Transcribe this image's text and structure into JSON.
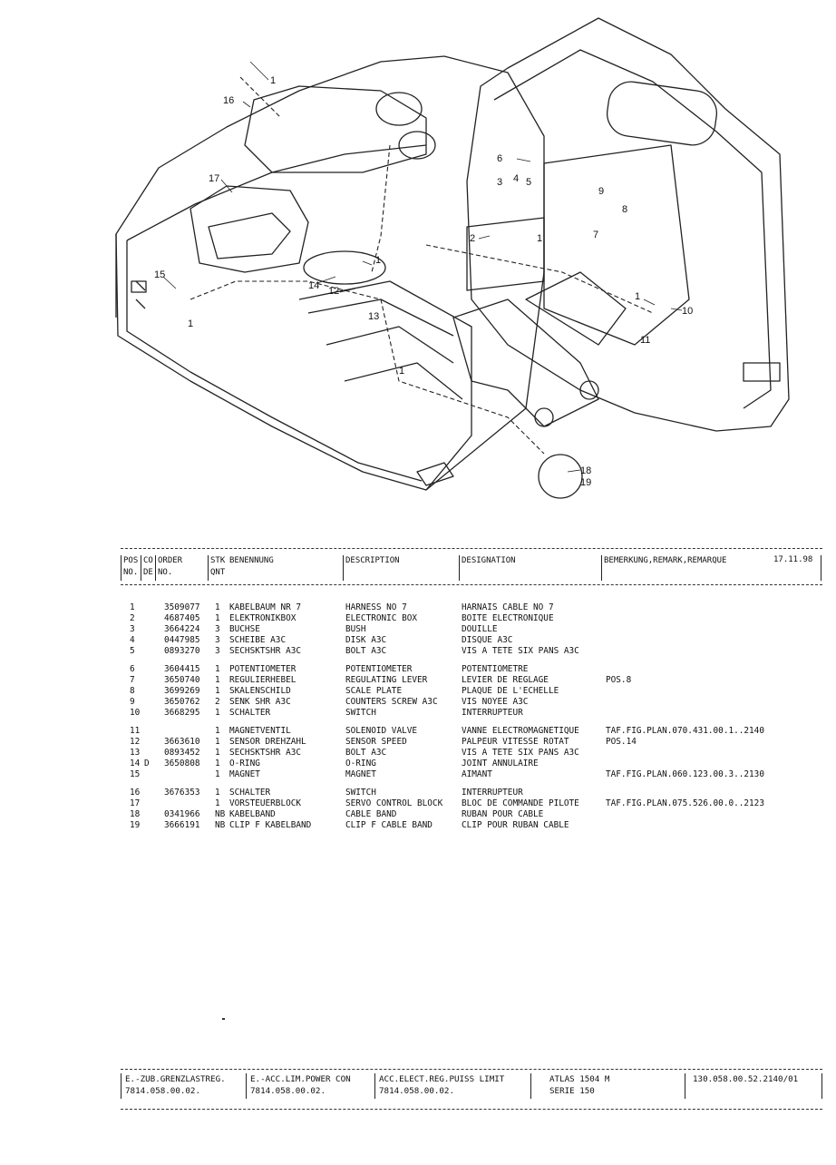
{
  "callouts": [
    {
      "id": "c1a",
      "text": "1"
    },
    {
      "id": "c16",
      "text": "16"
    },
    {
      "id": "c17",
      "text": "17"
    },
    {
      "id": "c15",
      "text": "15"
    },
    {
      "id": "c14",
      "text": "14"
    },
    {
      "id": "c12",
      "text": "12"
    },
    {
      "id": "c13",
      "text": "13"
    },
    {
      "id": "c1b",
      "text": "1"
    },
    {
      "id": "c1c",
      "text": "1"
    },
    {
      "id": "c1d",
      "text": "1"
    },
    {
      "id": "c6",
      "text": "6"
    },
    {
      "id": "c3",
      "text": "3"
    },
    {
      "id": "c4",
      "text": "4"
    },
    {
      "id": "c5",
      "text": "5"
    },
    {
      "id": "c2",
      "text": "2"
    },
    {
      "id": "c1e",
      "text": "1"
    },
    {
      "id": "c9",
      "text": "9"
    },
    {
      "id": "c8",
      "text": "8"
    },
    {
      "id": "c7",
      "text": "7"
    },
    {
      "id": "c1f",
      "text": "1"
    },
    {
      "id": "c10",
      "text": "10"
    },
    {
      "id": "c11",
      "text": "11"
    },
    {
      "id": "c18",
      "text": "18"
    },
    {
      "id": "c19",
      "text": "19"
    }
  ],
  "header": {
    "pos_top": "POS",
    "pos_bot": "NO.",
    "co_top": "CO",
    "co_bot": "DE",
    "order_top": "ORDER",
    "order_bot": "NO.",
    "stk_top": "STK",
    "stk_bot": "QNT",
    "benennung": "BENENNUNG",
    "description": "DESCRIPTION",
    "designation": "DESIGNATION",
    "remark": "BEMERKUNG,REMARK,REMARQUE",
    "date": "17.11.98"
  },
  "parts": [
    {
      "pos": "1",
      "co": "",
      "order": "3509077",
      "qty": "1",
      "ben": "KABELBAUM NR  7",
      "desc": "HARNESS NO  7",
      "dsg": "HARNAIS CABLE NO  7",
      "rem": ""
    },
    {
      "pos": "2",
      "co": "",
      "order": "4687405",
      "qty": "1",
      "ben": "ELEKTRONIKBOX",
      "desc": "ELECTRONIC BOX",
      "dsg": "BOITE ELECTRONIQUE",
      "rem": ""
    },
    {
      "pos": "3",
      "co": "",
      "order": "3664224",
      "qty": "3",
      "ben": "BUCHSE",
      "desc": "BUSH",
      "dsg": "DOUILLE",
      "rem": ""
    },
    {
      "pos": "4",
      "co": "",
      "order": "0447985",
      "qty": "3",
      "ben": "SCHEIBE A3C",
      "desc": "DISK A3C",
      "dsg": "DISQUE A3C",
      "rem": ""
    },
    {
      "pos": "5",
      "co": "",
      "order": "0893270",
      "qty": "3",
      "ben": "SECHSKTSHR A3C",
      "desc": "BOLT A3C",
      "dsg": "VIS A TETE SIX PANS A3C",
      "rem": ""
    },
    {
      "pos": "6",
      "co": "",
      "order": "3604415",
      "qty": "1",
      "ben": "POTENTIOMETER",
      "desc": "POTENTIOMETER",
      "dsg": "POTENTIOMETRE",
      "rem": ""
    },
    {
      "pos": "7",
      "co": "",
      "order": "3650740",
      "qty": "1",
      "ben": "REGULIERHEBEL",
      "desc": "REGULATING LEVER",
      "dsg": "LEVIER DE REGLAGE",
      "rem": "POS.8"
    },
    {
      "pos": "8",
      "co": "",
      "order": "3699269",
      "qty": "1",
      "ben": "SKALENSCHILD",
      "desc": "SCALE PLATE",
      "dsg": "PLAQUE DE L'ECHELLE",
      "rem": ""
    },
    {
      "pos": "9",
      "co": "",
      "order": "3650762",
      "qty": "2",
      "ben": "SENK SHR A3C",
      "desc": "COUNTERS SCREW A3C",
      "dsg": "VIS NOYEE A3C",
      "rem": ""
    },
    {
      "pos": "10",
      "co": "",
      "order": "3668295",
      "qty": "1",
      "ben": "SCHALTER",
      "desc": "SWITCH",
      "dsg": "INTERRUPTEUR",
      "rem": ""
    },
    {
      "pos": "11",
      "co": "",
      "order": "",
      "qty": "1",
      "ben": "MAGNETVENTIL",
      "desc": "SOLENOID VALVE",
      "dsg": "VANNE ELECTROMAGNETIQUE",
      "rem": "TAF.FIG.PLAN.070.431.00.1..2140"
    },
    {
      "pos": "12",
      "co": "",
      "order": "3663610",
      "qty": "1",
      "ben": "SENSOR DREHZAHL",
      "desc": "SENSOR SPEED",
      "dsg": "PALPEUR VITESSE ROTAT",
      "rem": "POS.14"
    },
    {
      "pos": "13",
      "co": "",
      "order": "0893452",
      "qty": "1",
      "ben": "SECHSKTSHR A3C",
      "desc": "BOLT A3C",
      "dsg": "VIS A TETE SIX PANS A3C",
      "rem": ""
    },
    {
      "pos": "14",
      "co": "D",
      "order": "3650808",
      "qty": "1",
      "ben": "O-RING",
      "desc": "O-RING",
      "dsg": "JOINT ANNULAIRE",
      "rem": ""
    },
    {
      "pos": "15",
      "co": "",
      "order": "",
      "qty": "1",
      "ben": "MAGNET",
      "desc": "MAGNET",
      "dsg": "AIMANT",
      "rem": "TAF.FIG.PLAN.060.123.00.3..2130"
    },
    {
      "pos": "16",
      "co": "",
      "order": "3676353",
      "qty": "1",
      "ben": "SCHALTER",
      "desc": "SWITCH",
      "dsg": "INTERRUPTEUR",
      "rem": ""
    },
    {
      "pos": "17",
      "co": "",
      "order": "",
      "qty": "1",
      "ben": "VORSTEUERBLOCK",
      "desc": "SERVO CONTROL BLOCK",
      "dsg": "BLOC DE COMMANDE PILOTE",
      "rem": "TAF.FIG.PLAN.075.526.00.0..2123"
    },
    {
      "pos": "18",
      "co": "",
      "order": "0341966",
      "qty": "NB",
      "ben": "KABELBAND",
      "desc": "CABLE BAND",
      "dsg": "RUBAN POUR CABLE",
      "rem": ""
    },
    {
      "pos": "19",
      "co": "",
      "order": "3666191",
      "qty": "NB",
      "ben": "CLIP F KABELBAND",
      "desc": "CLIP F CABLE BAND",
      "dsg": "CLIP POUR RUBAN CABLE",
      "rem": ""
    }
  ],
  "footer": {
    "f1a": "E.-ZUB.GRENZLASTREG.",
    "f1b": "7814.058.00.02.",
    "f2a": "E.-ACC.LIM.POWER CON",
    "f2b": "7814.058.00.02.",
    "f3a": "ACC.ELECT.REG.PUISS LIMIT",
    "f3b": "7814.058.00.02.",
    "f4a": "ATLAS 1504 M",
    "f4b": "SERIE 150",
    "f5a": "130.058.00.52.2140/01"
  }
}
